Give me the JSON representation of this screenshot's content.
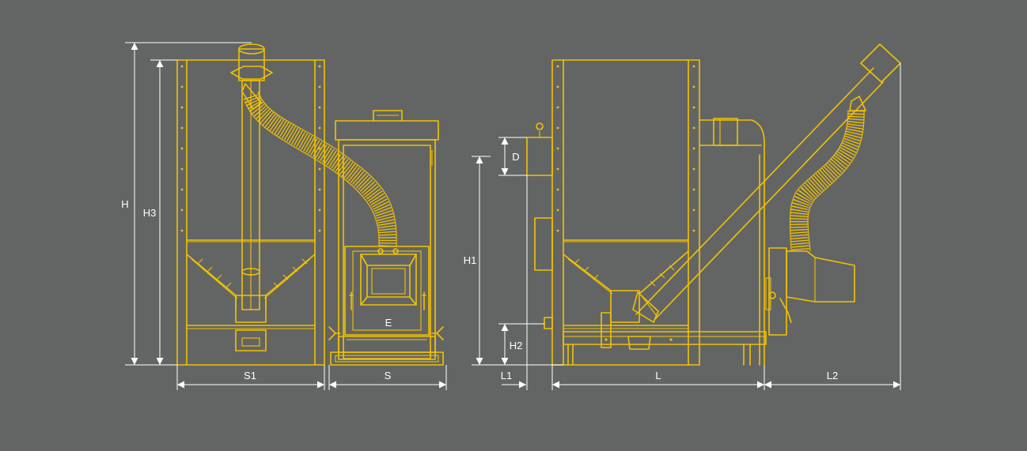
{
  "diagram": {
    "background_color": "#636565",
    "drawing_color": "#f2c200",
    "dimension_color": "#ffffff",
    "labels": {
      "H": "H",
      "H3": "H3",
      "S1": "S1",
      "S": "S",
      "E": "E",
      "D": "D",
      "H1": "H1",
      "H2": "H2",
      "L1": "L1",
      "L": "L",
      "L2": "L2"
    }
  }
}
